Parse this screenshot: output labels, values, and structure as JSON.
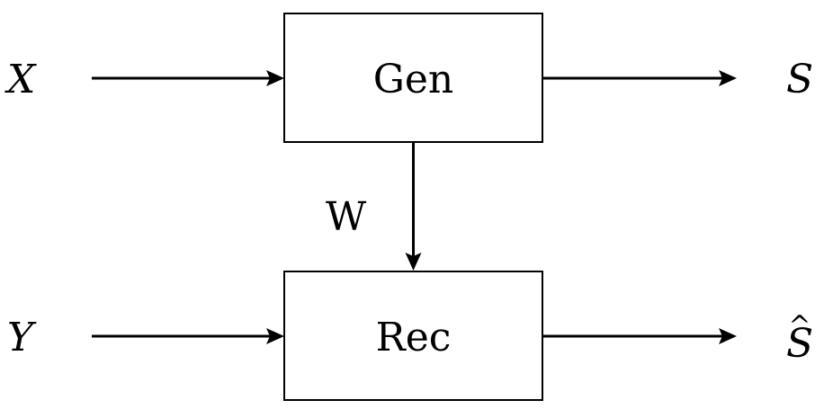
{
  "blocks": {
    "generator": "Gen",
    "receiver": "Rec"
  },
  "inputs": {
    "x": "X",
    "y": "Y"
  },
  "outputs": {
    "s": "S",
    "s_hat": "S",
    "s_hat_accent": "^"
  },
  "link": {
    "w": "W"
  }
}
